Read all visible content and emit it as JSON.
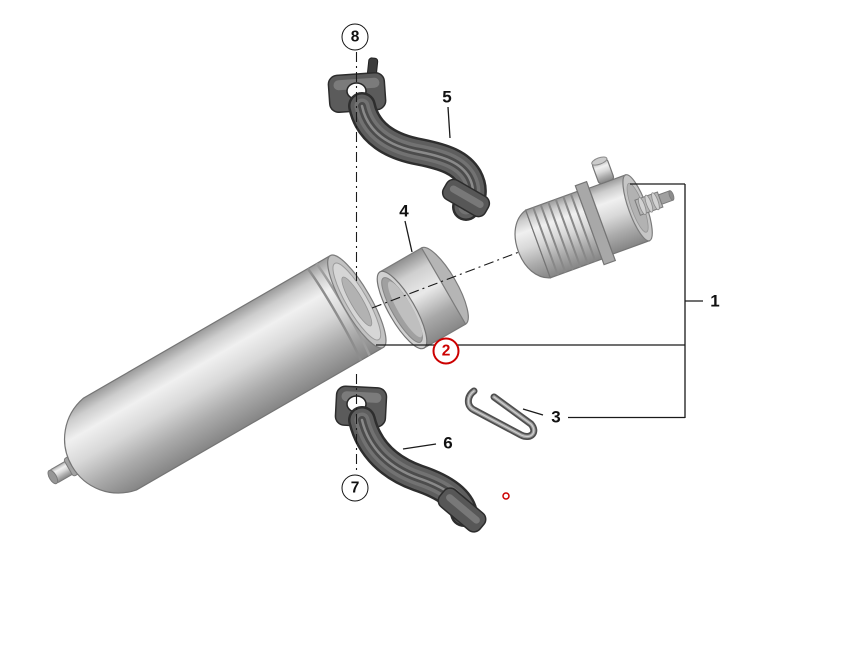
{
  "diagram": {
    "background_color": "#ffffff",
    "line_color": "#1a1a1a",
    "highlight_color": "#cc0000",
    "metal_light": "#f0f0f0",
    "metal_dark": "#828282",
    "bracket_color": "#4f4f4f",
    "callouts": [
      {
        "label": "1",
        "style": "plain"
      },
      {
        "label": "2",
        "style": "circled-red"
      },
      {
        "label": "3",
        "style": "plain"
      },
      {
        "label": "4",
        "style": "plain"
      },
      {
        "label": "5",
        "style": "plain"
      },
      {
        "label": "6",
        "style": "plain"
      },
      {
        "label": "7",
        "style": "circled"
      },
      {
        "label": "8",
        "style": "circled"
      }
    ],
    "parts": [
      {
        "callout": "1",
        "shape": "fuel-pressure-regulator-assembly"
      },
      {
        "callout": "2",
        "shape": "highlighted-item-marker"
      },
      {
        "callout": "3",
        "shape": "retaining-clip"
      },
      {
        "callout": "4",
        "shape": "clamp-sleeve"
      },
      {
        "callout": "5",
        "shape": "upper-mounting-bracket"
      },
      {
        "callout": "6",
        "shape": "lower-mounting-bracket"
      },
      {
        "callout": "7",
        "shape": "lower-bracket-bolt-axis"
      },
      {
        "callout": "8",
        "shape": "upper-bracket-bolt-axis"
      }
    ]
  }
}
